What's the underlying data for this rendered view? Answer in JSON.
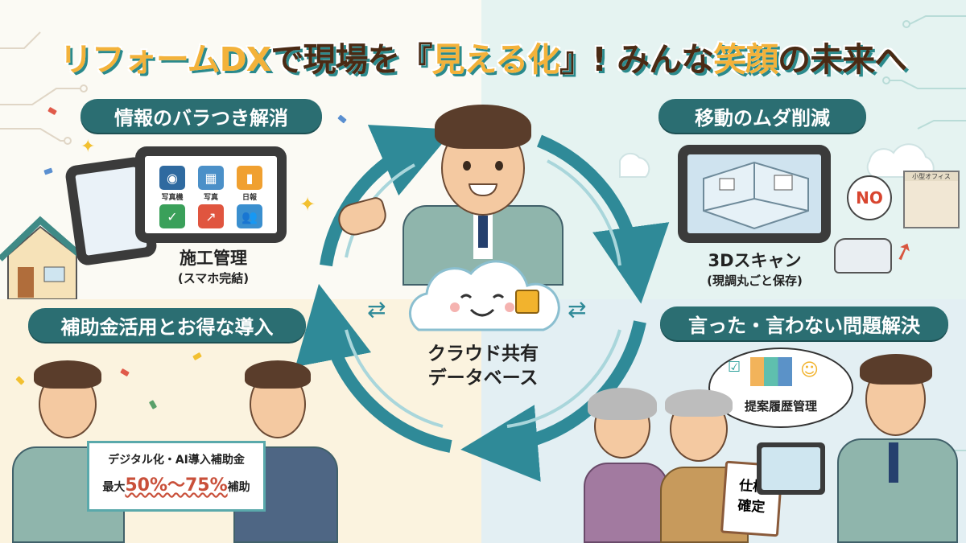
{
  "title": {
    "part1": "リフォームDX",
    "part2": "で現場を『",
    "part3": "見える化",
    "part4": "』! みんな",
    "part5": "笑顔",
    "part6": "の未来へ"
  },
  "colors": {
    "pill": "#2b6e72",
    "accent_title": "#f3b23a",
    "title_text": "#4a2a14",
    "arrow": "#2f8a98",
    "subsidy_red": "#c9503a"
  },
  "center": {
    "line1": "クラウド共有",
    "line2": "データベース",
    "icons": [
      "cloud-face-icon",
      "lock-icon",
      "sync-icon"
    ]
  },
  "sections": {
    "top_left": {
      "heading": "情報のバラつき解消",
      "caption_main": "施工管理",
      "caption_sub": "(スマホ完結)",
      "apps": [
        "写真機",
        "写真",
        "日報"
      ]
    },
    "top_right": {
      "heading": "移動のムダ削減",
      "caption_main": "3Dスキャン",
      "caption_sub": "(現調丸ごと保存)",
      "bubble": "NO",
      "building_sign": "小型オフィス"
    },
    "bottom_left": {
      "heading": "補助金活用とお得な導入",
      "sign_line1": "デジタル化・AI導入補助金",
      "sign_prefix": "最大",
      "sign_range": "50%〜75%",
      "sign_suffix": "補助"
    },
    "bottom_right": {
      "heading": "言った・言わない問題解決",
      "bubble": "提案履歴管理",
      "clipboard_line1": "仕様",
      "clipboard_line2": "確定"
    }
  }
}
